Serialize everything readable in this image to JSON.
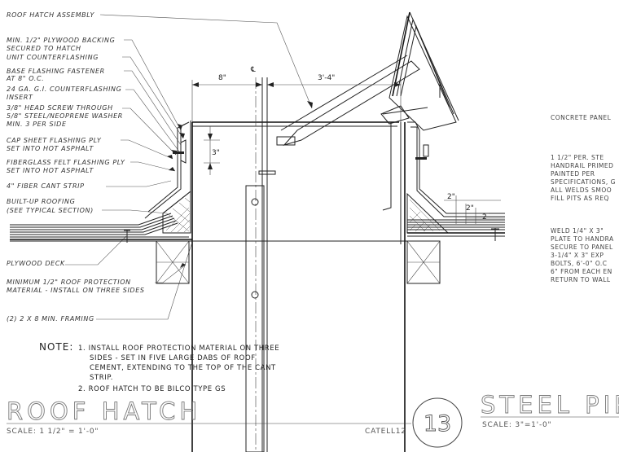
{
  "callouts_left": [
    "ROOF HATCH ASSEMBLY",
    "MIN. 1/2\" PLYWOOD BACKING",
    "SECURED TO HATCH",
    "UNIT COUNTERFLASHING",
    "BASE FLASHING FASTENER",
    "AT 8\" O.C.",
    "24 GA. G.I. COUNTERFLASHING",
    "INSERT",
    "3/8\" HEAD SCREW THROUGH",
    "5/8\" STEEL/NEOPRENE WASHER",
    "MIN. 3 PER SIDE",
    "CAP SHEET FLASHING PLY",
    "SET INTO HOT ASPHALT",
    "FIBERGLASS FELT FLASHING PLY",
    "SET INTO HOT ASPHALT",
    "4\" FIBER CANT STRIP",
    "BUILT-UP ROOFING",
    "(SEE TYPICAL SECTION)",
    "PLYWOOD DECK",
    "MINIMUM 1/2\" ROOF PROTECTION",
    "MATERIAL - INSTALL ON THREE SIDES",
    "(2) 2 X 8 MIN. FRAMING"
  ],
  "dimensions": {
    "left_width": "8\"",
    "right_width": "3'-4\"",
    "curb_drop": "3\"",
    "centerline": "℄",
    "right_a": "2\"",
    "right_b": "2\"",
    "right_c": "2"
  },
  "right_callouts": [
    "CONCRETE PANEL",
    "1 1/2\" PER. STE",
    "HANDRAIL PRIMED",
    "PAINTED PER",
    "SPECIFICATIONS, G",
    "ALL WELDS SMOO",
    "FILL PITS AS REQ",
    "WELD 1/4\" x 3\"",
    "PLATE TO HANDRA",
    "SECURE TO PANEL",
    "3-1/4\" x 3\" EXP",
    "BOLTS, 6'-0\" O.C",
    "6\" FROM EACH EN",
    "RETURN TO WALL"
  ],
  "note": {
    "heading": "NOTE:",
    "lines": [
      "1. INSTALL ROOF PROTECTION MATERIAL ON THREE",
      "SIDES - SET IN FIVE LARGE DABS OF ROOF",
      "CEMENT, EXTENDING TO THE TOP OF THE CANT",
      "STRIP.",
      "2. ROOF HATCH TO BE BILCO TYPE GS"
    ]
  },
  "title_block": {
    "title": "ROOF HATCH",
    "scale": "SCALE:   1 1/2\"  =  1'-0\"",
    "ref": "CATELL12",
    "detail_number": "13",
    "next_title": "STEEL PIPE",
    "next_scale": "SCALE: 3\"=1'-0\""
  }
}
